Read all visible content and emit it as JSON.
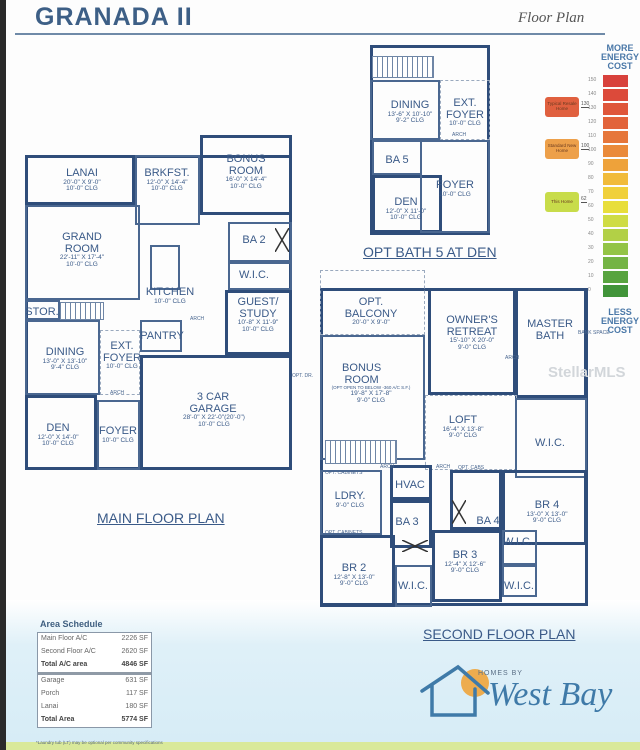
{
  "header": {
    "title": "GRANADA II",
    "subtitle": "Floor Plan"
  },
  "main_floor": {
    "label": "MAIN FLOOR PLAN",
    "rooms": [
      {
        "name": "LANAI",
        "size": "20'-0\" X 9'-0\"",
        "ceiling": "10'-0\" CLG"
      },
      {
        "name": "BRKFST.",
        "size": "12'-0\" X 14'-4\"",
        "ceiling": "10'-0\" CLG"
      },
      {
        "name": "BONUS ROOM",
        "size": "16'-0\" X 14'-4\"",
        "ceiling": "10'-0\" CLG"
      },
      {
        "name": "BA 2",
        "size": "",
        "ceiling": ""
      },
      {
        "name": "GRAND ROOM",
        "size": "22'-11\" X 17'-4\"",
        "ceiling": "10'-0\" CLG"
      },
      {
        "name": "W.I.C.",
        "size": "",
        "ceiling": ""
      },
      {
        "name": "KITCHEN",
        "size": "",
        "ceiling": "10'-0\" CLG"
      },
      {
        "name": "GUEST/ STUDY",
        "size": "10'-8\" X 11'-9\"",
        "ceiling": "10'-0\" CLG"
      },
      {
        "name": "STOR.",
        "size": "",
        "ceiling": ""
      },
      {
        "name": "PANTRY",
        "size": "",
        "ceiling": ""
      },
      {
        "name": "DINING",
        "size": "13'-0\" X 13'-10\"",
        "ceiling": "9'-4\" CLG"
      },
      {
        "name": "EXT. FOYER",
        "size": "",
        "ceiling": "10'-0\" CLG"
      },
      {
        "name": "3 CAR GARAGE",
        "size": "28'-0\" X 22'-0\"(20'-0\")",
        "ceiling": "10'-0\" CLG"
      },
      {
        "name": "DEN",
        "size": "12'-0\" X 14'-0\"",
        "ceiling": "10'-0\" CLG"
      },
      {
        "name": "FOYER",
        "size": "",
        "ceiling": "10'-0\" CLG"
      }
    ],
    "notes": [
      "ARCH",
      "ARCH",
      "OPT. DR."
    ]
  },
  "opt_bath": {
    "label": "OPT BATH 5 AT DEN",
    "rooms": [
      {
        "name": "DINING",
        "size": "13'-6\" X 10'-10\"",
        "ceiling": "9'-2\" CLG"
      },
      {
        "name": "EXT. FOYER",
        "size": "",
        "ceiling": "10'-0\" CLG"
      },
      {
        "name": "BA 5",
        "size": "",
        "ceiling": ""
      },
      {
        "name": "FOYER",
        "size": "",
        "ceiling": "10'-0\" CLG"
      },
      {
        "name": "DEN",
        "size": "12'-0\" X 11'-0\"",
        "ceiling": "10'-0\" CLG"
      }
    ],
    "notes": [
      "ARCH"
    ]
  },
  "second_floor": {
    "label": "SECOND FLOOR PLAN",
    "rooms": [
      {
        "name": "OPT. BALCONY",
        "size": "20'-0\" X 9'-0\"",
        "ceiling": ""
      },
      {
        "name": "OWNER'S RETREAT",
        "size": "15'-10\" X 20'-0\"",
        "ceiling": "9'-0\" CLG"
      },
      {
        "name": "MASTER BATH",
        "size": "",
        "ceiling": ""
      },
      {
        "name": "BONUS ROOM",
        "size": "19'-8\" X 17'-8\"",
        "ceiling": "9'-0\" CLG",
        "note": "(OPT OPEN TO BELOW -360 A/C S.F.)"
      },
      {
        "name": "LOFT",
        "size": "16'-4\" X 13'-8\"",
        "ceiling": "9'-0\" CLG"
      },
      {
        "name": "W.I.C.",
        "size": "",
        "ceiling": ""
      },
      {
        "name": "HVAC",
        "size": "",
        "ceiling": ""
      },
      {
        "name": "LDRY.",
        "size": "",
        "ceiling": "9'-0\" CLG"
      },
      {
        "name": "BA 3",
        "size": "",
        "ceiling": ""
      },
      {
        "name": "BA 4",
        "size": "",
        "ceiling": ""
      },
      {
        "name": "BR 4",
        "size": "13'-0\" X 13'-0\"",
        "ceiling": "9'-0\" CLG"
      },
      {
        "name": "W.I.C.",
        "size": "",
        "ceiling": ""
      },
      {
        "name": "BR 2",
        "size": "12'-8\" X 13'-0\"",
        "ceiling": "9'-0\" CLG"
      },
      {
        "name": "W.I.C.",
        "size": "",
        "ceiling": ""
      },
      {
        "name": "BR 3",
        "size": "12'-4\" X 12'-6\"",
        "ceiling": "9'-0\" CLG"
      },
      {
        "name": "W.I.C.",
        "size": "",
        "ceiling": ""
      }
    ],
    "notes": [
      "ARCH",
      "ARCH",
      "ARCH",
      "OPT. CABS",
      "OPT. CABINETS",
      "OPT. CABINETS",
      "BANK SPACE"
    ]
  },
  "energy_scale": {
    "top_label": "MORE ENERGY COST",
    "bottom_label": "LESS ENERGY COST",
    "ticks": [
      "150",
      "140",
      "130",
      "120",
      "110",
      "100",
      "90",
      "80",
      "70",
      "60",
      "50",
      "40",
      "30",
      "20",
      "10",
      "0"
    ],
    "colors": [
      "#d8413c",
      "#dc4a3a",
      "#df563a",
      "#e2633a",
      "#e6763a",
      "#ea8a3a",
      "#eea23a",
      "#f1bb3a",
      "#f0d03a",
      "#e8de3a",
      "#cfdc44",
      "#b2d046",
      "#93c445",
      "#74b444",
      "#58a43f",
      "#419439"
    ],
    "markers": [
      {
        "label": "Typical Resale Home",
        "value": "130",
        "color": "#e0603f"
      },
      {
        "label": "Standard New Home",
        "value": "100",
        "color": "#eda04a"
      },
      {
        "label": "This Home",
        "value": "62",
        "color": "#c8dc4a"
      }
    ]
  },
  "area_schedule": {
    "title": "Area Schedule",
    "rows": [
      {
        "label": "Main Floor A/C",
        "value": "2226 SF"
      },
      {
        "label": "Second Floor A/C",
        "value": "2620 SF"
      },
      {
        "label": "Total A/C area",
        "value": "4846 SF"
      },
      {
        "label": "Garage",
        "value": "631 SF"
      },
      {
        "label": "Porch",
        "value": "117 SF"
      },
      {
        "label": "Lanai",
        "value": "180 SF"
      },
      {
        "label": "Total Area",
        "value": "5774 SF"
      }
    ],
    "footnote": "*Laundry tub (LT) may be optional per community specifications"
  },
  "logo": {
    "homes_by": "HOMES BY",
    "name": "West Bay",
    "colors": {
      "house": "#3f7aa8",
      "sun": "#f0a030"
    }
  },
  "watermark": "StellarMLS"
}
